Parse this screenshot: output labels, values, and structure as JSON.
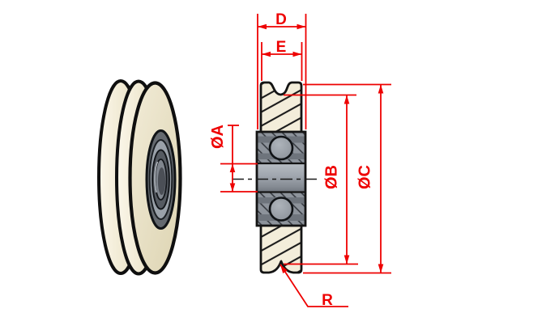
{
  "figure": {
    "subject": "V-groove pulley wheel with ball bearing",
    "view_left": "isometric rendering",
    "view_right": "cross-section with dimensions"
  },
  "dimension_labels": {
    "width_overall": "D",
    "width_rim": "E",
    "bore_diameter": "ØA",
    "groove_root_diameter": "ØB",
    "outer_diameter": "ØC",
    "groove_radius": "R"
  },
  "colors": {
    "dimension_red": "#ee0000",
    "body_cream": "#f3edda",
    "body_cream_shadow": "#ddd4b2",
    "bearing_gray": "#8d939b",
    "bearing_band_gray": "#6e747c",
    "outline_black": "#141414",
    "background": "#ffffff"
  }
}
